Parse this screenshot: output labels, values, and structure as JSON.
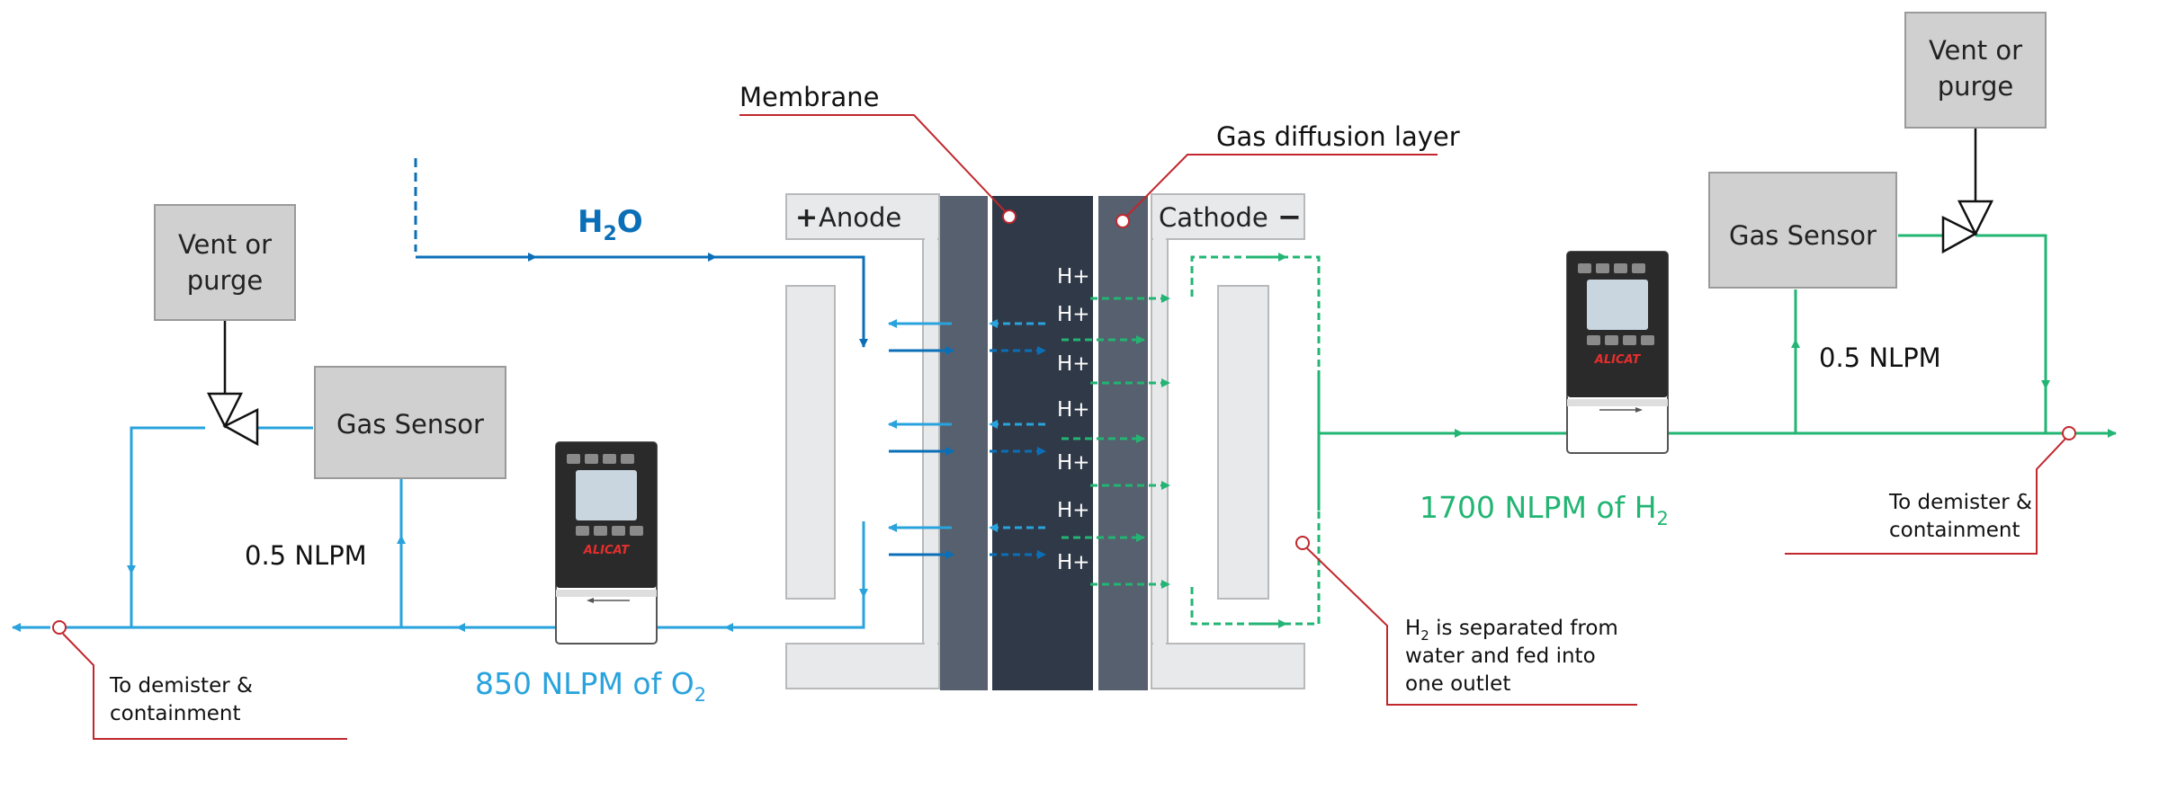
{
  "labels": {
    "membrane": "Membrane",
    "gas_diffusion_layer": "Gas diffusion layer",
    "anode": "Anode",
    "anode_sign": "+",
    "cathode": "Cathode",
    "cathode_sign": "−",
    "water_main": "H",
    "water_sub": "2",
    "water_tail": "O",
    "proton": "H+",
    "oxygen_flow_main": "850 NLPM of O",
    "oxygen_flow_sub": "2",
    "hydrogen_flow_main": "1700 NLPM of H",
    "hydrogen_flow_sub": "2",
    "left_sensor": "Gas Sensor",
    "right_sensor": "Gas Sensor",
    "left_vent_line1": "Vent or",
    "left_vent_line2": "purge",
    "right_vent_line1": "Vent or",
    "right_vent_line2": "purge",
    "left_sample_flow": "0.5 NLPM",
    "right_sample_flow": "0.5 NLPM",
    "left_outlet_line1": "To demister &",
    "left_outlet_line2": "containment",
    "right_outlet_line1": "To demister &",
    "right_outlet_line2": "containment",
    "h2_note_h": "H",
    "h2_note_sub": "2",
    "h2_note_line1_rest": " is separated from",
    "h2_note_line2": "water and fed into",
    "h2_note_line3": "one outlet",
    "meter_brand": "ALICAT"
  },
  "colors": {
    "oxygen_line": "#29a3dd",
    "water_line": "#0b6fb8",
    "hydrogen_line": "#22b573",
    "leader": "#c1272d",
    "plate": "#e8e9eb",
    "gdl": "#56606e",
    "membrane": "#2f3947",
    "box": "#d0d0d0"
  },
  "icons": {
    "flow_meter": "flow-meter-icon",
    "valve": "three-way-valve-icon"
  }
}
